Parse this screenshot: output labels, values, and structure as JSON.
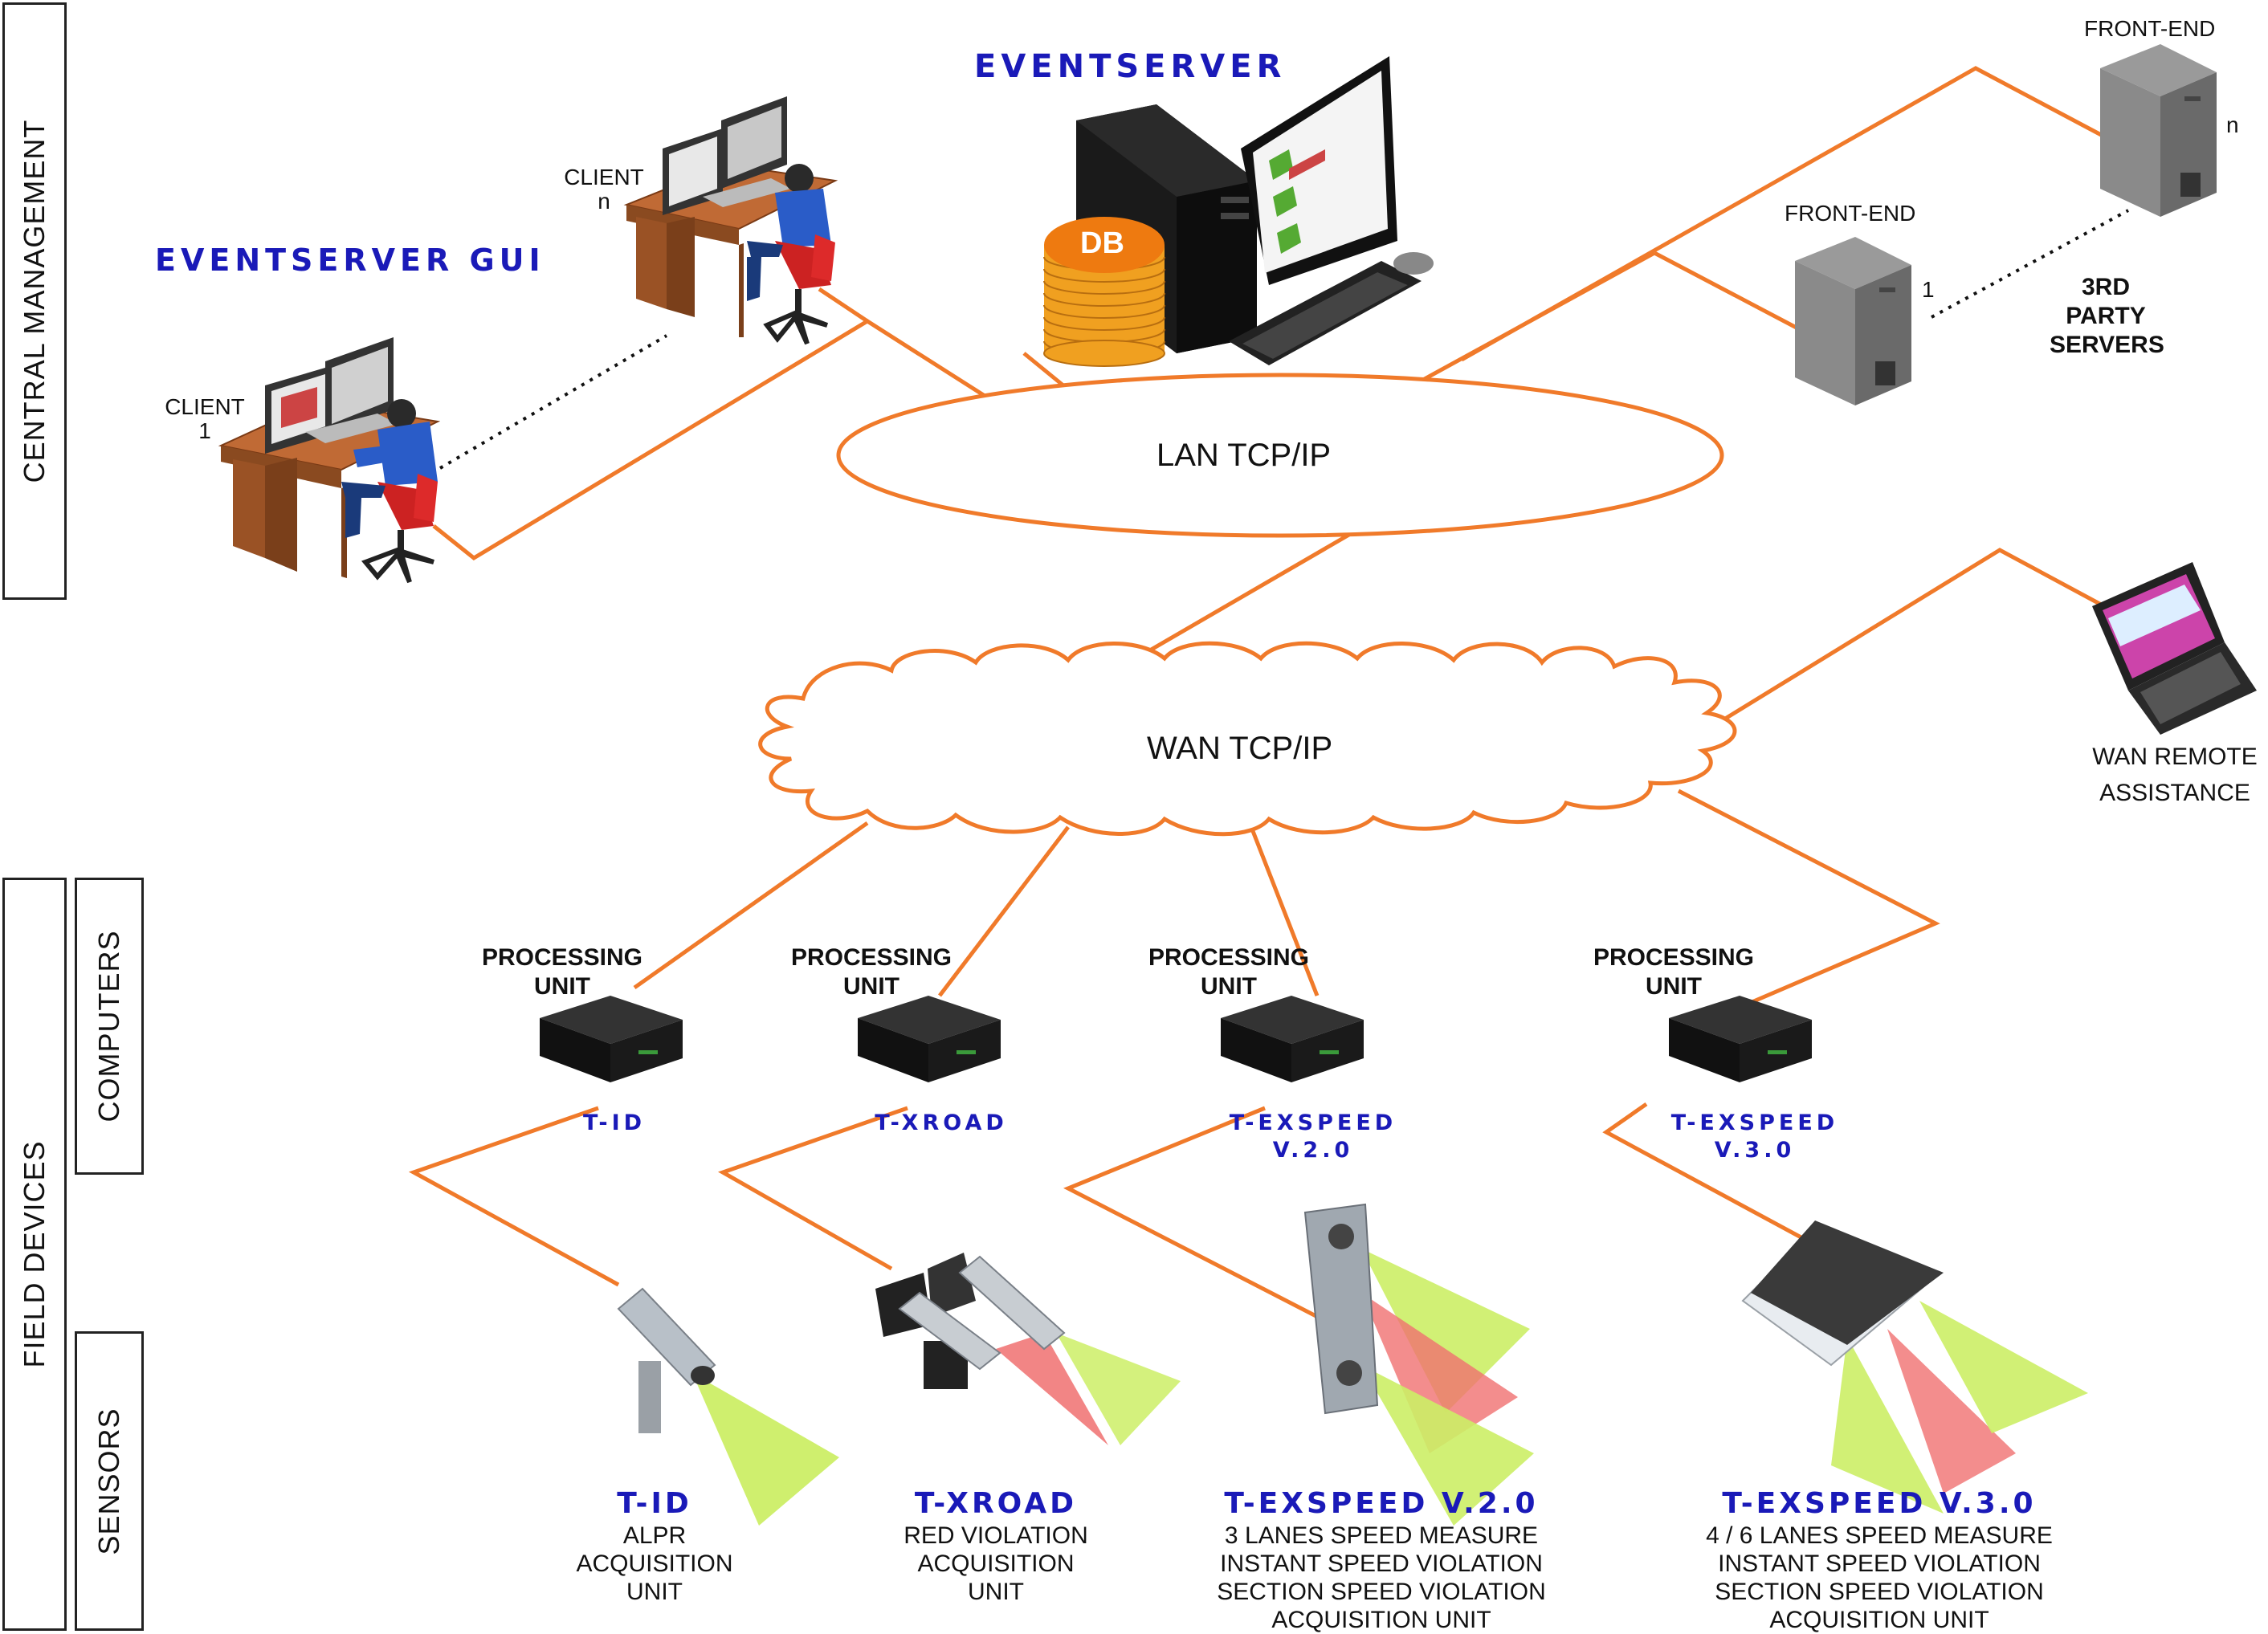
{
  "sections": {
    "central_management": "CENTRAL MANAGEMENT",
    "field_devices": "FIELD DEVICES",
    "computers": "COMPUTERS",
    "sensors": "SENSORS"
  },
  "titles": {
    "eventserver": "EVENTSERVER",
    "eventserver_gui": "EVENTSERVER GUI"
  },
  "db_label": "DB",
  "clients": {
    "client_n": {
      "label": "CLIENT",
      "index": "n"
    },
    "client_1": {
      "label": "CLIENT",
      "index": "1"
    }
  },
  "frontends": {
    "fe_n": {
      "label": "FRONT-END",
      "index": "n"
    },
    "fe_1": {
      "label": "FRONT-END",
      "index": "1"
    },
    "third_party": "3RD PARTY\nSERVERS"
  },
  "networks": {
    "lan": "LAN TCP/IP",
    "wan": "WAN TCP/IP",
    "wan_remote": "WAN REMOTE\nASSISTANCE"
  },
  "processing_units": [
    {
      "label": "PROCESSING\nUNIT",
      "name": "T-ID"
    },
    {
      "label": "PROCESSING\nUNIT",
      "name": "T-XROAD"
    },
    {
      "label": "PROCESSING\nUNIT",
      "name": "T-EXSPEED\nV.2.0"
    },
    {
      "label": "PROCESSING\nUNIT",
      "name": "T-EXSPEED\nV.3.0"
    }
  ],
  "sensors": [
    {
      "title": "T-ID",
      "desc": "ALPR\nACQUISITION\nUNIT"
    },
    {
      "title": "T-XROAD",
      "desc": "RED VIOLATION\nACQUISITION\nUNIT"
    },
    {
      "title": "T-EXSPEED V.2.0",
      "desc": "3 LANES SPEED MEASURE\nINSTANT SPEED VIOLATION\nSECTION SPEED VIOLATION\nACQUISITION UNIT"
    },
    {
      "title": "T-EXSPEED V.3.0",
      "desc": "4 / 6 LANES SPEED MEASURE\nINSTANT SPEED VIOLATION\nSECTION SPEED VIOLATION\nACQUISITION UNIT"
    }
  ],
  "colors": {
    "link": "#f07a2a",
    "title_blue": "#1a1ab8",
    "beam_green": "#ccee66",
    "beam_red": "#f07070",
    "desk": "#a0552a",
    "shirt": "#2a5cc8"
  }
}
